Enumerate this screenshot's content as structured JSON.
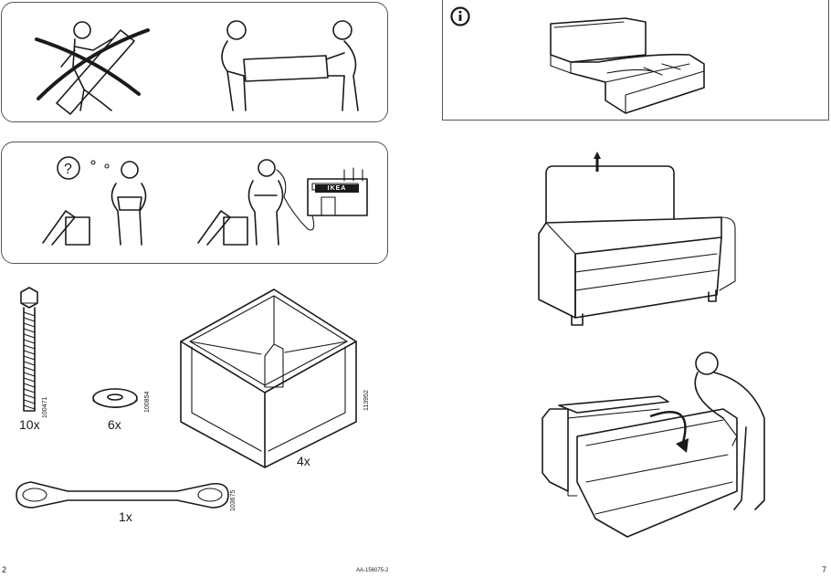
{
  "parts": {
    "bolt": {
      "quantity": "10x",
      "article": "100471"
    },
    "washer": {
      "quantity": "6x",
      "article": "100854"
    },
    "leg": {
      "quantity": "4x",
      "article": "113952"
    },
    "wrench": {
      "quantity": "1x",
      "article": "103675"
    }
  },
  "info_icon": "info-icon",
  "footer": {
    "left_page": "2",
    "doc_code": "AA-156075-2",
    "right_page": "7"
  },
  "sign": {
    "text": "IKEA"
  }
}
